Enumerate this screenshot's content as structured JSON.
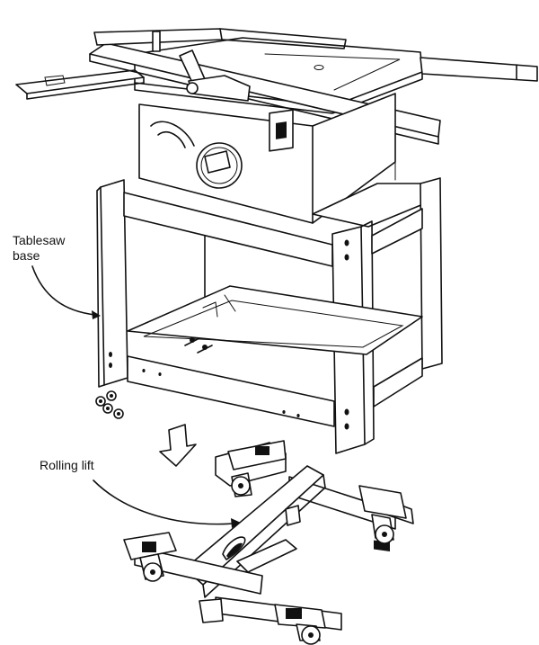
{
  "labels": {
    "tablesaw_line1": "Tablesaw",
    "tablesaw_line2": "base",
    "rolling_lift": "Rolling lift"
  },
  "colors": {
    "ink": "#111111",
    "paper": "#ffffff"
  }
}
